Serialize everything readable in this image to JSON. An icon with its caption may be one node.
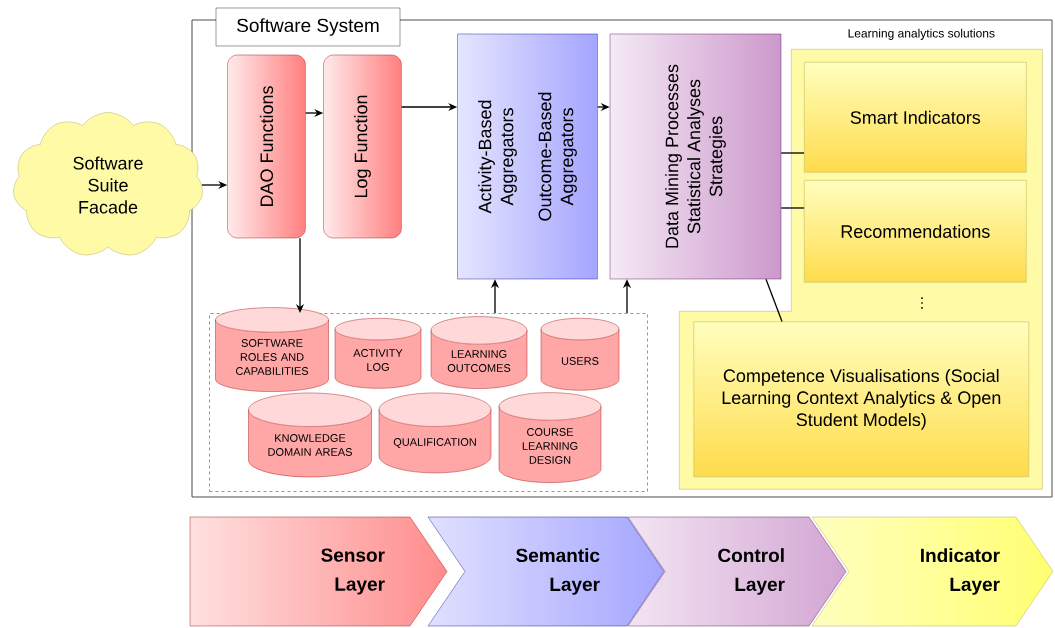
{
  "diagram": {
    "nodes": [
      {
        "text": [
          "Software System"
        ]
      },
      {
        "text": [
          "Software Suite Facade"
        ]
      },
      {
        "text": [
          "DAO Functions"
        ],
        "in": 0
      },
      {
        "text": [
          "Log Function"
        ],
        "in": 0
      },
      {
        "text": [
          "Activity-Based Aggregators",
          "Outcome-Based Aggregators"
        ],
        "in": 0
      },
      {
        "text": [
          "Data Mining Processes",
          "Statistical Analyses",
          "Strategies"
        ],
        "in": 0
      },
      {
        "text": [
          "Learning analytics solutions"
        ],
        "in": 0
      },
      {
        "text": [
          "Smart Indicators"
        ],
        "in": 6
      },
      {
        "text": [
          "Recommendations"
        ],
        "in": 6
      },
      {
        "text": [
          "Competence Visualisations (Social Learning Context Analytics & Open Student Models)"
        ],
        "in": 6
      },
      {
        "text": [],
        "shape": "box",
        "in": 0
      },
      {
        "text": [
          "SOFTWARE ROLES AND CAPABILITIES"
        ],
        "in": 10
      },
      {
        "text": [
          "ACTIVITY LOG"
        ],
        "in": 10
      },
      {
        "text": [
          "LEARNING OUTCOMES"
        ],
        "in": 10
      },
      {
        "text": [
          "USERS"
        ],
        "in": 10
      },
      {
        "text": [
          "KNOWLEDGE DOMAIN AREAS"
        ],
        "in": 10
      },
      {
        "text": [
          "QUALIFICATION"
        ],
        "in": 10
      },
      {
        "text": [
          "COURSE LEARNING DESIGN"
        ],
        "in": 10
      },
      {
        "text": [
          "Sensor Layer"
        ]
      },
      {
        "text": [
          "Semantic Layer"
        ]
      },
      {
        "text": [
          "Control Layer"
        ]
      },
      {
        "text": [
          "Indicator Layer"
        ]
      }
    ],
    "edges": [
      {
        "from": 1,
        "to": 2,
        "arrow": "to"
      },
      {
        "from": 2,
        "to": 3,
        "arrow": "to"
      },
      {
        "from": 3,
        "to": 4,
        "arrow": "to"
      },
      {
        "from": 4,
        "to": 5,
        "arrow": "to"
      },
      {
        "from": 2,
        "to": 10,
        "arrow": "to"
      },
      {
        "from": 10,
        "to": 4,
        "arrow": "to"
      },
      {
        "from": 10,
        "to": 5,
        "arrow": "to"
      },
      {
        "from": 5,
        "to": 7,
        "arrow": "none"
      },
      {
        "from": 5,
        "to": 8,
        "arrow": "none"
      },
      {
        "from": 5,
        "to": 9,
        "arrow": "none"
      }
    ],
    "labels": [
      "⋮"
    ]
  }
}
